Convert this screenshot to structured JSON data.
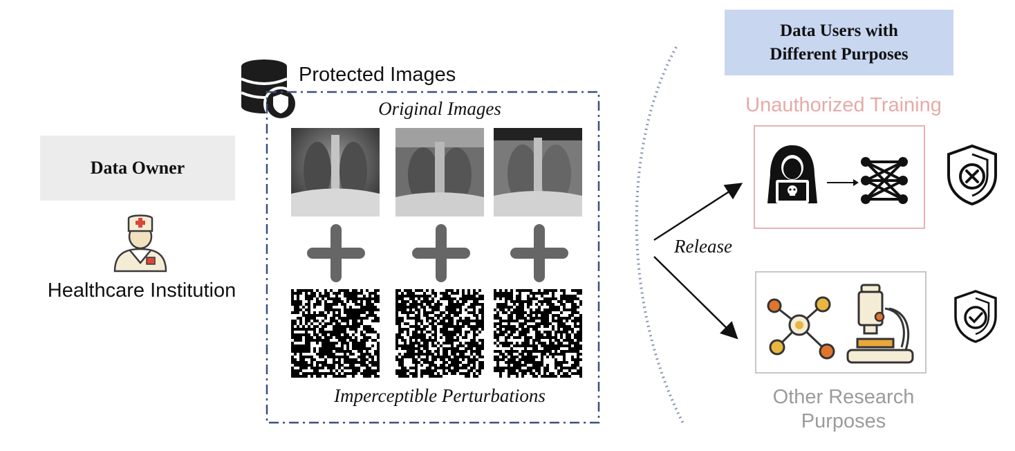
{
  "owner": {
    "label": "Data Owner",
    "institution": "Healthcare Institution"
  },
  "protected": {
    "title": "Protected Images",
    "original_label": "Original Images",
    "perturbation_label": "Imperceptible Perturbations"
  },
  "release": {
    "label": "Release"
  },
  "users": {
    "title_line1": "Data Users with",
    "title_line2": "Different Purposes",
    "unauthorized_label": "Unauthorized Training",
    "other_line1": "Other Research",
    "other_line2": "Purposes"
  },
  "colors": {
    "frame": "#3b4f7c",
    "users_box": "#c8d6f0",
    "unauthorized": "#e6aaa8",
    "other": "#9b9b9b",
    "plus": "#666666"
  }
}
